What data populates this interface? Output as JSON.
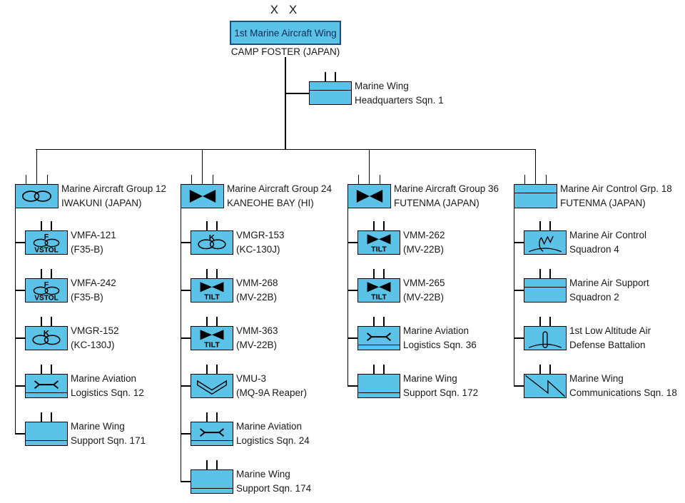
{
  "wing": {
    "echelon_label": "X X",
    "name": "1st Marine Aircraft Wing",
    "location": "CAMP FOSTER (JAPAN)",
    "hq": {
      "id": "marine-wing-hq-sqn-1",
      "label_lines": [
        "Marine Wing",
        "Headquarters Sqn. 1"
      ],
      "icon": "none",
      "band": "top",
      "echelon_ticks": 2
    },
    "groups": [
      {
        "id": "mag-12",
        "label_lines": [
          "Marine Aircraft Group 12",
          "IWAKUNI (JAPAN)"
        ],
        "icon": "fixed-wing",
        "band": "none",
        "echelon_ticks": 3,
        "units": [
          {
            "id": "vmfa-121",
            "label_lines": [
              "VMFA-121",
              "(F35-B)"
            ],
            "icon": "vstol-fighter",
            "band": "none",
            "echelon_ticks": 2
          },
          {
            "id": "vmfa-242",
            "label_lines": [
              "VMFA-242",
              "(F35-B)"
            ],
            "icon": "vstol-fighter",
            "band": "none",
            "echelon_ticks": 2
          },
          {
            "id": "vmgr-152",
            "label_lines": [
              "VMGR-152",
              "(KC-130J)"
            ],
            "icon": "fixed-wing-tanker",
            "band": "none",
            "echelon_ticks": 2
          },
          {
            "id": "mals-12",
            "label_lines": [
              "Marine Aviation",
              "Logistics Sqn. 12"
            ],
            "icon": "aviation-logistics",
            "band": "bottom",
            "echelon_ticks": 2
          },
          {
            "id": "mwss-171",
            "label_lines": [
              "Marine Wing",
              "Support Sqn. 171"
            ],
            "icon": "none",
            "band": "bottom",
            "echelon_ticks": 2
          }
        ]
      },
      {
        "id": "mag-24",
        "label_lines": [
          "Marine Aircraft Group 24",
          "KANEOHE BAY (HI)"
        ],
        "icon": "tiltrotor",
        "band": "none",
        "echelon_ticks": 3,
        "units": [
          {
            "id": "vmgr-153",
            "label_lines": [
              "VMGR-153",
              "(KC-130J)"
            ],
            "icon": "fixed-wing-tanker",
            "band": "none",
            "echelon_ticks": 2
          },
          {
            "id": "vmm-268",
            "label_lines": [
              "VMM-268",
              "(MV-22B)"
            ],
            "icon": "tiltrotor-tilt",
            "band": "none",
            "echelon_ticks": 2
          },
          {
            "id": "vmm-363",
            "label_lines": [
              "VMM-363",
              "(MV-22B)"
            ],
            "icon": "tiltrotor-tilt",
            "band": "none",
            "echelon_ticks": 2
          },
          {
            "id": "vmu-3",
            "label_lines": [
              "VMU-3",
              "(MQ-9A Reaper)"
            ],
            "icon": "uav-chevron",
            "band": "none",
            "echelon_ticks": 2
          },
          {
            "id": "mals-24",
            "label_lines": [
              "Marine Aviation",
              "Logistics Sqn. 24"
            ],
            "icon": "aviation-logistics",
            "band": "bottom",
            "echelon_ticks": 2
          },
          {
            "id": "mwss-174",
            "label_lines": [
              "Marine Wing",
              "Support Sqn. 174"
            ],
            "icon": "none",
            "band": "bottom",
            "echelon_ticks": 2
          }
        ]
      },
      {
        "id": "mag-36",
        "label_lines": [
          "Marine Aircraft Group 36",
          "FUTENMA (JAPAN)"
        ],
        "icon": "tiltrotor",
        "band": "none",
        "echelon_ticks": 3,
        "units": [
          {
            "id": "vmm-262",
            "label_lines": [
              "VMM-262",
              "(MV-22B)"
            ],
            "icon": "tiltrotor-tilt",
            "band": "none",
            "echelon_ticks": 2
          },
          {
            "id": "vmm-265",
            "label_lines": [
              "VMM-265",
              "(MV-22B)"
            ],
            "icon": "tiltrotor-tilt",
            "band": "none",
            "echelon_ticks": 2
          },
          {
            "id": "mals-36",
            "label_lines": [
              "Marine Aviation",
              "Logistics Sqn. 36"
            ],
            "icon": "aviation-logistics",
            "band": "bottom",
            "echelon_ticks": 2
          },
          {
            "id": "mwss-172",
            "label_lines": [
              "Marine Wing",
              "Support Sqn. 172"
            ],
            "icon": "none",
            "band": "bottom",
            "echelon_ticks": 2
          }
        ]
      },
      {
        "id": "macg-18",
        "label_lines": [
          "Marine Air Control Grp. 18",
          "FUTENMA (JAPAN)"
        ],
        "icon": "none",
        "band": "top",
        "echelon_ticks": 3,
        "units": [
          {
            "id": "macs-4",
            "label_lines": [
              "Marine Air Control",
              "Squadron 4"
            ],
            "icon": "air-control-radar",
            "band": "none",
            "echelon_ticks": 2
          },
          {
            "id": "mass-2",
            "label_lines": [
              "Marine Air Support",
              "Squadron 2"
            ],
            "icon": "none",
            "band": "top",
            "echelon_ticks": 2
          },
          {
            "id": "laad-1",
            "label_lines": [
              "1st Low Altitude Air",
              "Defense Battalion"
            ],
            "icon": "air-defense-missile",
            "band": "none",
            "echelon_ticks": 2
          },
          {
            "id": "mwcs-18",
            "label_lines": [
              "Marine Wing",
              "Communications Sqn. 18"
            ],
            "icon": "communications-flash",
            "band": "none",
            "echelon_ticks": 2
          }
        ]
      }
    ]
  },
  "colors": {
    "box_fill": "#5bc2e8",
    "box_border": "#000000",
    "wing_box_border": "#1d4b7c",
    "line": "#000000",
    "text": "#1a1a1a",
    "icon": "#000000"
  }
}
